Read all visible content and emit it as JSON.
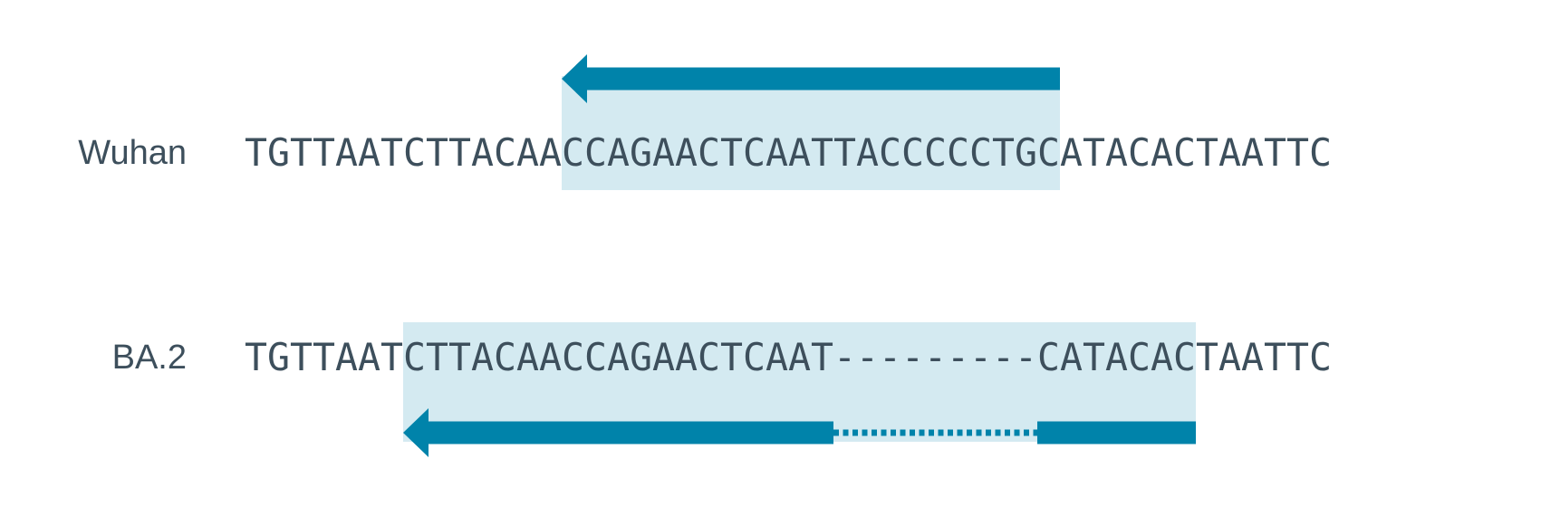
{
  "colors": {
    "highlight": "#d4eaf1",
    "arrow": "#0083aa",
    "text": "#3d4f5c",
    "background": "#ffffff"
  },
  "rows": [
    {
      "label": "Wuhan",
      "sequence": "TGTTAATCTTACAACCAGAACTCAATTACCCCCTGCATACACTAATTC",
      "highlight": {
        "start": 14,
        "end": 36
      },
      "arrow": {
        "direction": "left",
        "segments": [
          {
            "start": 14,
            "end": 36
          }
        ],
        "gaps": []
      }
    },
    {
      "label": "BA.2",
      "sequence": "TGTTAATCTTACAACCAGAACTCAAT---------CATACACTAATTC",
      "highlight": {
        "start": 7,
        "end": 42
      },
      "arrow": {
        "direction": "left",
        "segments": [
          {
            "start": 7,
            "end": 26
          },
          {
            "start": 35,
            "end": 42
          }
        ],
        "gaps": [
          {
            "start": 26,
            "end": 35
          }
        ]
      }
    }
  ]
}
